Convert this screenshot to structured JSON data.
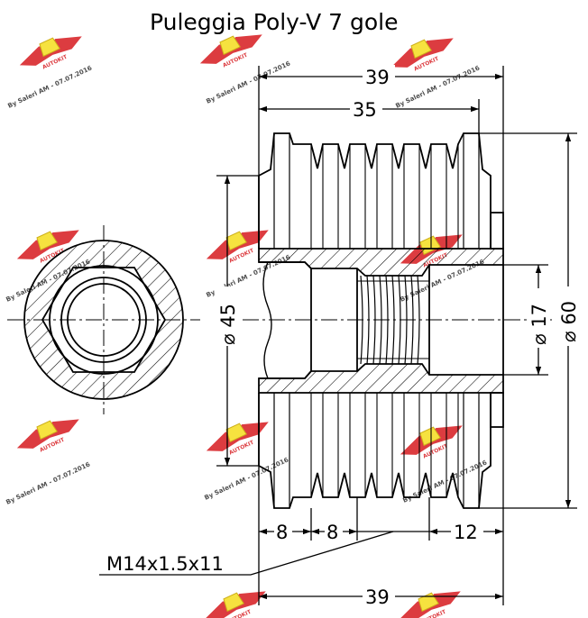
{
  "title": "Puleggia Poly-V 7 gole",
  "dimensions": {
    "top_overall": "39",
    "top_inner": "35",
    "dia_outer": "⌀ 60",
    "dia_bore": "⌀ 45",
    "dia_thread": "⌀ 17",
    "seg_a": "8",
    "seg_b": "8",
    "seg_c": "12",
    "thread_spec": "M14x1.5x11",
    "bottom_overall": "39"
  },
  "watermark": {
    "text": "By Saleri AM - 07.07.2016",
    "logo_color": "#d9262b",
    "badge_color": "#f5df2a"
  }
}
